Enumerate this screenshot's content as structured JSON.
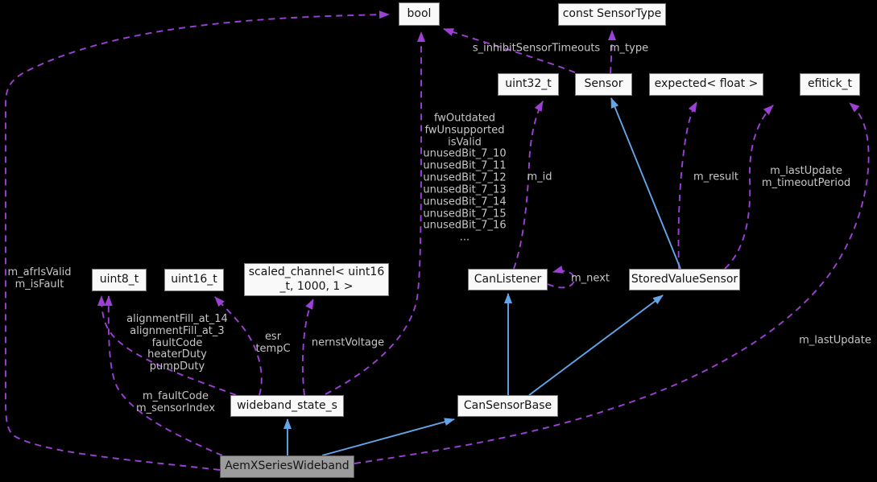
{
  "diagram": {
    "type": "doxygen-collaboration-graph",
    "focus_node": "AemXSeriesWideband",
    "colors": {
      "background": "#000000",
      "node_fill": "#f9f9f9",
      "node_border": "#7a7a7a",
      "selected_node_fill": "#9c9c9c",
      "usage_edge": "#9d40d5",
      "inheritance_edge": "#63a5e8",
      "edge_label_text": "#c6c6c6",
      "node_text": "#141414"
    },
    "nodes": {
      "bool": {
        "label": "bool"
      },
      "const_sensor_type": {
        "label": "const SensorType"
      },
      "uint32": {
        "label": "uint32_t"
      },
      "sensor": {
        "label": "Sensor"
      },
      "expected_float": {
        "label": "expected< float >"
      },
      "efitick": {
        "label": "efitick_t"
      },
      "uint8": {
        "label": "uint8_t"
      },
      "uint16": {
        "label": "uint16_t"
      },
      "scaled_channel": {
        "label": "scaled_channel< uint16\n_t, 1000, 1 >"
      },
      "can_listener": {
        "label": "CanListener"
      },
      "stored_value_sensor": {
        "label": "StoredValueSensor"
      },
      "wideband_state": {
        "label": "wideband_state_s"
      },
      "can_sensor_base": {
        "label": "CanSensorBase"
      },
      "aem_x_series_wideband": {
        "label": "AemXSeriesWideband"
      }
    },
    "edge_labels": {
      "afr": {
        "text": "m_afrIsValid\nm_isFault"
      },
      "sinhibit": {
        "text": "s_inhibitSensorTimeouts"
      },
      "mtype": {
        "text": "m_type"
      },
      "fw": {
        "text": "fwOutdated\nfwUnsupported\nisValid\nunusedBit_7_10\nunusedBit_7_11\nunusedBit_7_12\nunusedBit_7_13\nunusedBit_7_14\nunusedBit_7_15\nunusedBit_7_16\n..."
      },
      "mid": {
        "text": "m_id"
      },
      "mresult": {
        "text": "m_result"
      },
      "mlast2": {
        "text": "m_lastUpdate\nm_timeoutPeriod"
      },
      "mnext": {
        "text": "m_next"
      },
      "align": {
        "text": "alignmentFill_at_14\nalignmentFill_at_3\nfaultCode\nheaterDuty\npumpDuty"
      },
      "esr": {
        "text": "esr\ntempC"
      },
      "nernst": {
        "text": "nernstVoltage"
      },
      "mfault": {
        "text": "m_faultCode\nm_sensorIndex"
      },
      "mlast1": {
        "text": "m_lastUpdate"
      }
    },
    "edges": [
      {
        "from": "AemXSeriesWideband",
        "to": "bool",
        "label": "m_afrIsValid\nm_isFault",
        "style": "dashed-usage"
      },
      {
        "from": "wideband_state_s",
        "to": "bool",
        "label": "fwOutdated fwUnsupported isValid unusedBit_7_10...unusedBit_7_16 ...",
        "style": "dashed-usage"
      },
      {
        "from": "Sensor",
        "to": "bool",
        "label": "s_inhibitSensorTimeouts",
        "style": "dashed-usage"
      },
      {
        "from": "Sensor",
        "to": "const SensorType",
        "label": "m_type",
        "style": "dashed-usage"
      },
      {
        "from": "CanListener",
        "to": "uint32_t",
        "label": "m_id",
        "style": "dashed-usage"
      },
      {
        "from": "CanListener",
        "to": "CanListener",
        "label": "m_next",
        "style": "dashed-usage"
      },
      {
        "from": "StoredValueSensor",
        "to": "expected< float >",
        "label": "m_result",
        "style": "dashed-usage"
      },
      {
        "from": "StoredValueSensor",
        "to": "efitick_t",
        "label": "m_lastUpdate\nm_timeoutPeriod",
        "style": "dashed-usage"
      },
      {
        "from": "AemXSeriesWideband",
        "to": "efitick_t",
        "label": "m_lastUpdate",
        "style": "dashed-usage"
      },
      {
        "from": "wideband_state_s",
        "to": "uint8_t",
        "label": "alignmentFill_at_14 alignmentFill_at_3 faultCode heaterDuty pumpDuty",
        "style": "dashed-usage"
      },
      {
        "from": "AemXSeriesWideband",
        "to": "uint8_t",
        "label": "m_faultCode\nm_sensorIndex",
        "style": "dashed-usage"
      },
      {
        "from": "wideband_state_s",
        "to": "uint16_t",
        "label": "esr\ntempC",
        "style": "dashed-usage"
      },
      {
        "from": "wideband_state_s",
        "to": "scaled_channel< uint16_t, 1000, 1 >",
        "label": "nernstVoltage",
        "style": "dashed-usage"
      },
      {
        "from": "CanSensorBase",
        "to": "CanListener",
        "label": "",
        "style": "solid-inheritance"
      },
      {
        "from": "CanSensorBase",
        "to": "StoredValueSensor",
        "label": "",
        "style": "solid-inheritance"
      },
      {
        "from": "StoredValueSensor",
        "to": "Sensor",
        "label": "",
        "style": "solid-inheritance"
      },
      {
        "from": "AemXSeriesWideband",
        "to": "wideband_state_s",
        "label": "",
        "style": "solid-inheritance"
      },
      {
        "from": "AemXSeriesWideband",
        "to": "CanSensorBase",
        "label": "",
        "style": "solid-inheritance"
      }
    ]
  }
}
